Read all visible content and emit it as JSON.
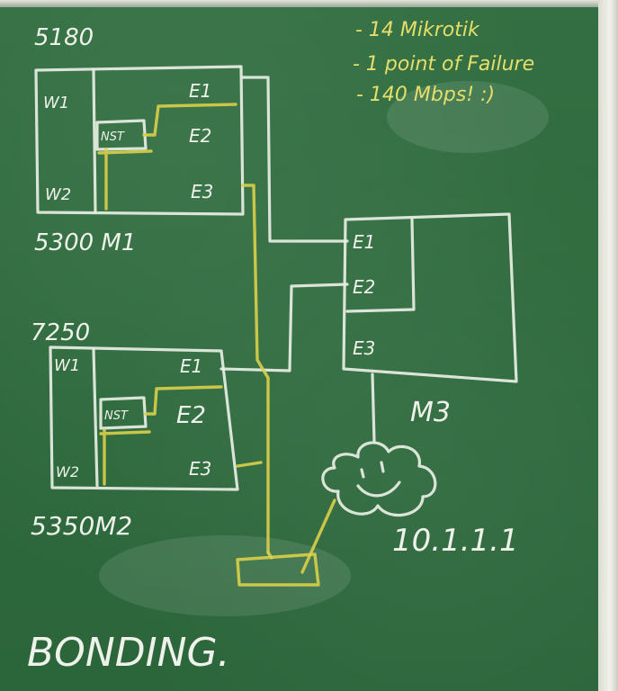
{
  "board": {
    "top_left_number": "5180",
    "notes": [
      "- 14 Mikrotik",
      "- 1 point of Failure",
      "- 140 Mbps! :)"
    ],
    "router1": {
      "label": "5300 M1",
      "ports_left": [
        "W1",
        "W2"
      ],
      "ports_right": [
        "E1",
        "E2",
        "E3"
      ],
      "switch": "NST"
    },
    "router2": {
      "number": "7250",
      "label": "5350M2",
      "ports_left": [
        "W1",
        "W2"
      ],
      "ports_right": [
        "E1",
        "E2",
        "E3"
      ],
      "switch": "NST"
    },
    "router3": {
      "label": "M3",
      "ports": [
        "E1",
        "E2",
        "E3"
      ]
    },
    "cloud_ip": "10.1.1.1",
    "bottom_title": "BONDING."
  },
  "colors": {
    "board": "#2f6b3e",
    "chalk_white": "#e8eee4",
    "chalk_yellow": "#d9cf4a"
  }
}
